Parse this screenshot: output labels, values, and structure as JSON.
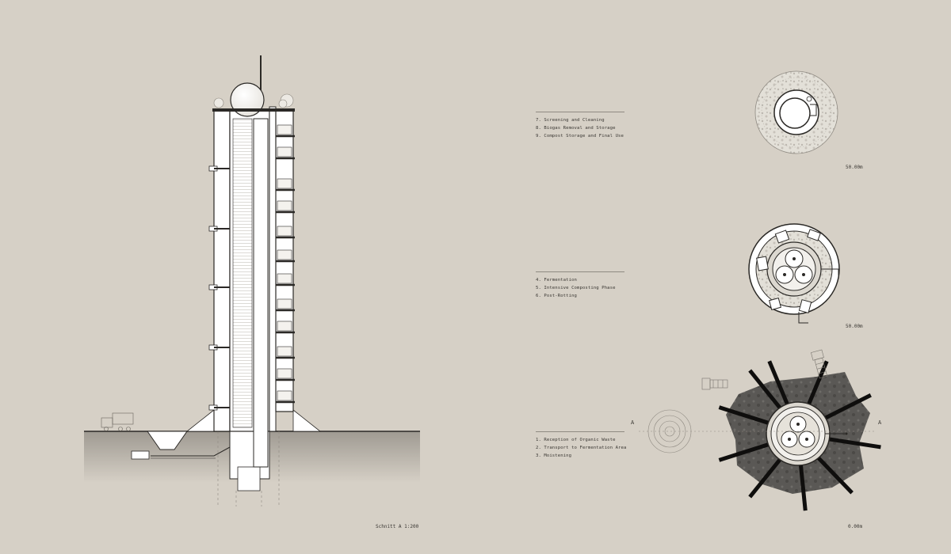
{
  "legends": {
    "upper": [
      "7. Screening and Cleaning",
      "8. Biogas Removal and Storage",
      "9. Compost Storage and Final Use"
    ],
    "middle": [
      "4. Fermentation",
      "5. Intensive Composting Phase",
      "6. Post-Rotting"
    ],
    "lower": [
      "1. Reception of Organic Waste",
      "2. Transport to Fermentation Area",
      "3. Moistening"
    ]
  },
  "levels": {
    "top": "50.00m",
    "middle": "50.00m",
    "ground": "0.00m"
  },
  "section_caption": "Schnitt A 1:200",
  "section_marks": {
    "left": "A",
    "right": "A"
  },
  "colors": {
    "background": "#d6d0c6",
    "ink": "#2b2926",
    "ground_fill": "#a8a39b",
    "dark_plan": "#4a4845"
  }
}
